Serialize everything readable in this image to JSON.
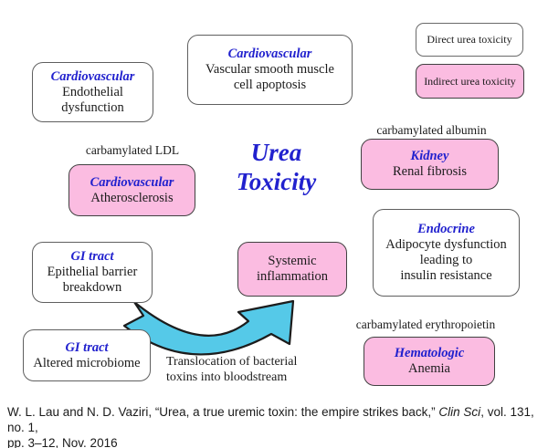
{
  "colors": {
    "accent_blue": "#2121CE",
    "pink_fill": "#FBBCE1",
    "cyan_arrow": "#55C9E8",
    "text": "#1B1B1B"
  },
  "title": {
    "line1": "Urea",
    "line2": "Toxicity"
  },
  "legend": {
    "direct": "Direct urea toxicity",
    "indirect": "Indirect urea toxicity"
  },
  "nodes": {
    "cv_endothelial": {
      "category": "Cardiovascular",
      "line1": "Endothelial",
      "line2": "dysfunction"
    },
    "cv_vsmc": {
      "category": "Cardiovascular",
      "line1": "Vascular smooth muscle",
      "line2": "cell apoptosis"
    },
    "cv_athero": {
      "category": "Cardiovascular",
      "line1": "Atherosclerosis"
    },
    "kidney": {
      "category": "Kidney",
      "line1": "Renal fibrosis"
    },
    "endocrine": {
      "category": "Endocrine",
      "line1": "Adipocyte dysfunction",
      "line2": "leading to",
      "line3": "insulin resistance"
    },
    "gi_epithelial": {
      "category": "GI tract",
      "line1": "Epithelial barrier",
      "line2": "breakdown"
    },
    "gi_microbiome": {
      "category": "GI tract",
      "line1": "Altered microbiome"
    },
    "systemic": {
      "line1": "Systemic",
      "line2": "inflammation"
    },
    "hematologic": {
      "category": "Hematologic",
      "line1": "Anemia"
    }
  },
  "annotations": {
    "carbamylated_ldl": "carbamylated LDL",
    "carbamylated_albumin": "carbamylated albumin",
    "carbamylated_erythropoietin": "carbamylated erythropoietin",
    "translocation_line1": "Translocation of bacterial",
    "translocation_line2": "toxins into bloodstream"
  },
  "citation": {
    "part1": "W. L. Lau and N. D. Vaziri, “Urea, a true uremic toxin: the empire strikes back,” ",
    "journal": "Clin Sci",
    "part2": ", vol. 131, no. 1,",
    "line2": "pp. 3–12, Nov. 2016"
  }
}
